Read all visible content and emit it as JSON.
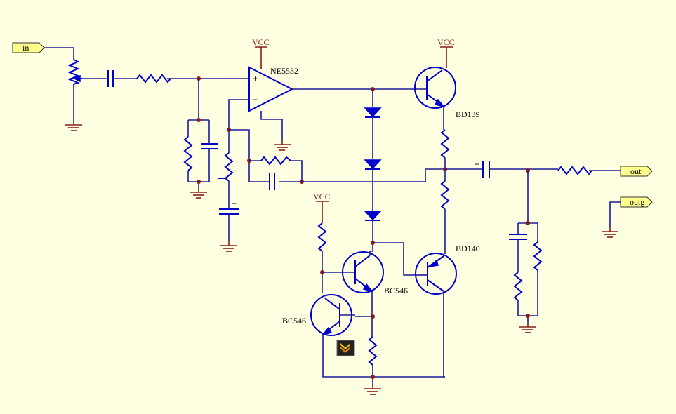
{
  "ports": {
    "in": "in",
    "out": "out",
    "outg": "outg"
  },
  "supply": {
    "vcc1": "VCC",
    "vcc2": "VCC",
    "vcc3": "VCC"
  },
  "parts": {
    "opamp": "NE5532",
    "q_upper": "BD139",
    "q_lower": "BD140",
    "q_bias1": "BC546",
    "q_bias2": "BC546"
  },
  "opamp_pins": {
    "plus": "+",
    "minus": "−"
  },
  "cap_polarity": {
    "c_out": "+",
    "c_fb": "+"
  },
  "colors": {
    "background": "#ffffe1",
    "component": "#0000cc",
    "wire": "#1b1b99",
    "ground": "#8b1a1a",
    "port": "#ffff8c"
  },
  "icons": {
    "probe": "down-chevrons-icon"
  }
}
